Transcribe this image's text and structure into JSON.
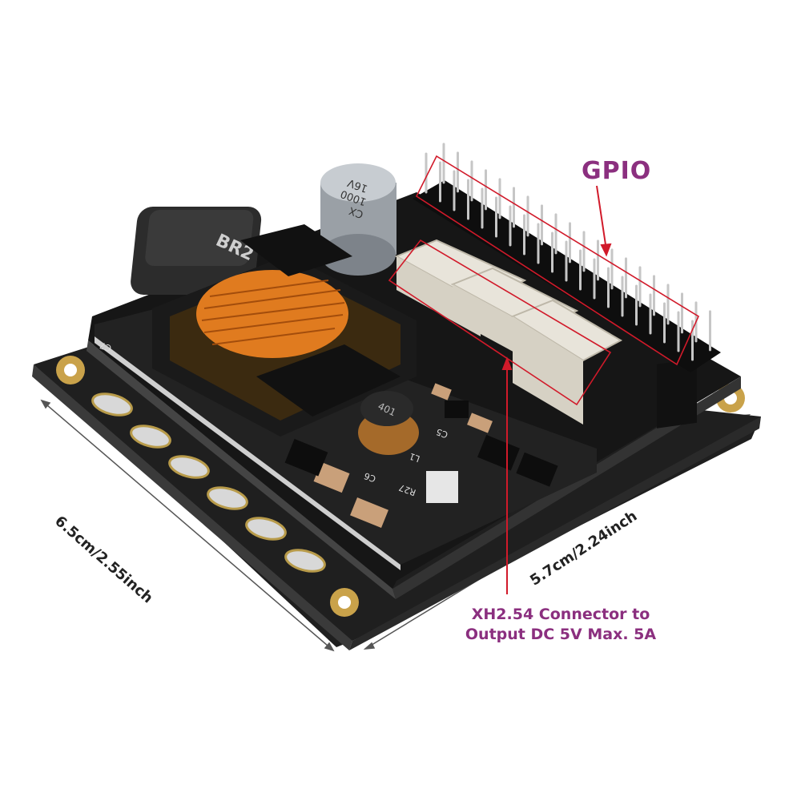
{
  "callouts": {
    "gpio": "GPIO",
    "connector_line1": "XH2.54 Connector to",
    "connector_line2": "Output DC 5V Max. 5A"
  },
  "dimensions": {
    "length": "6.5cm/2.55inch",
    "width": "5.7cm/2.24inch"
  },
  "component_markings": {
    "inductor_large": "BR2",
    "capacitor_brand": "CX",
    "capacitor_value": "1000",
    "capacitor_voltage": "16V",
    "inductor_small": "401",
    "silk_c7": "C7",
    "silk_c6": "C6",
    "silk_r27": "R27",
    "silk_c5": "C5",
    "silk_l1": "L1"
  },
  "colors": {
    "callout": "#8b2f7f",
    "highlight": "#d11a2a",
    "pcb": "#1c1c1c",
    "gold": "#c9a24a"
  }
}
